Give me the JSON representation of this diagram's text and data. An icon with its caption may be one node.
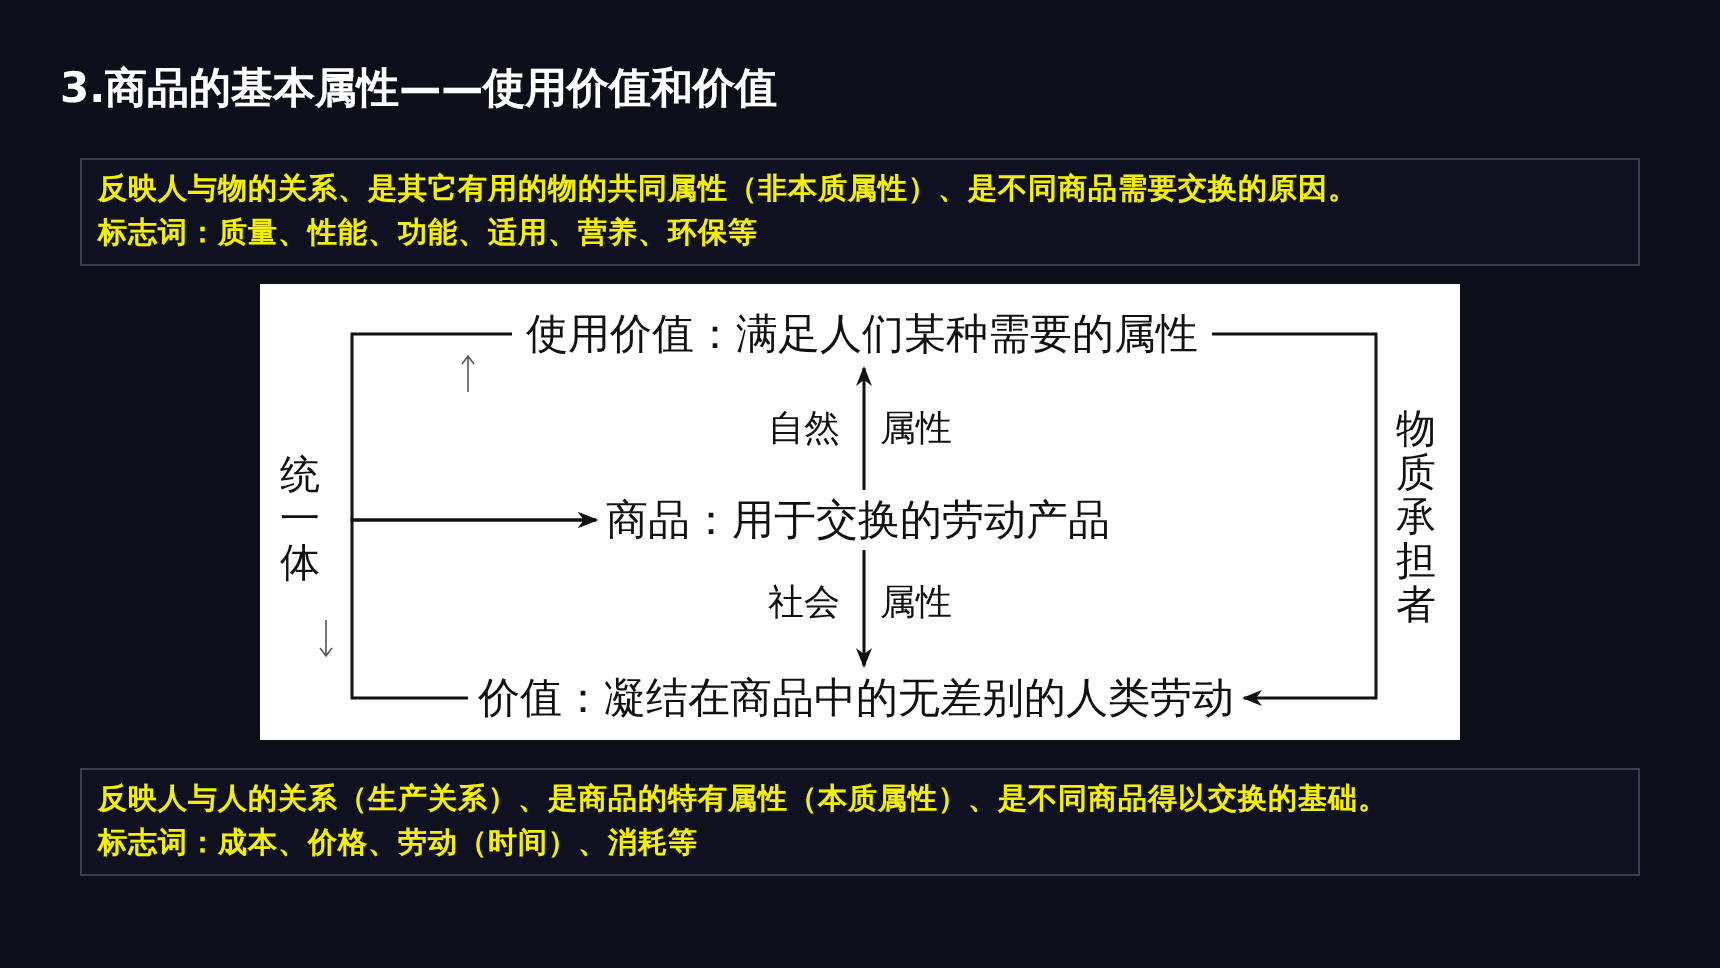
{
  "diagram": {
    "title": "3.商品的基本属性——使用价值和价值",
    "nodes": [
      {
        "text": [
          "反映人与物的关系、是其它有用的物的共同属性（非本质属性）、是不同商品需要交换的原因。",
          "标志词：质量、性能、功能、适用、营养、环保等"
        ]
      },
      {
        "text": [
          "使用价值：满足人们某种需要的属性"
        ]
      },
      {
        "text": [
          "商品：用于交换的劳动产品"
        ]
      },
      {
        "text": [
          "价值：凝结在商品中的无差别的人类劳动"
        ]
      },
      {
        "text": [
          "反映人与人的关系（生产关系）、是商品的特有属性（本质属性）、是不同商品得以交换的基础。",
          "标志词：成本、价格、劳动（时间）、消耗等"
        ]
      }
    ],
    "edges": [
      {
        "from": 1,
        "to": 2,
        "arrow": "to"
      },
      {
        "from": 3,
        "to": 2,
        "arrow": "to"
      },
      {
        "from": 2,
        "to": 1,
        "arrow": "to"
      },
      {
        "from": 2,
        "to": 3,
        "arrow": "to"
      },
      {
        "from": 1,
        "to": 3,
        "arrow": "to",
        "label": "物质承担者"
      }
    ],
    "labels": [
      "自然",
      "属性",
      "统一体",
      "社会",
      "属性"
    ]
  }
}
